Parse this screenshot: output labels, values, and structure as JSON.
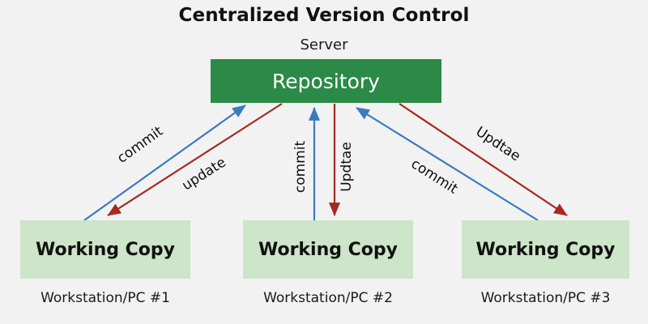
{
  "diagram": {
    "title": "Centralized Version Control",
    "server_label": "Server",
    "repository": {
      "label": "Repository",
      "fill": "#2b8a47",
      "text_color": "#ffffff"
    },
    "background": "#f2f2f2",
    "colors": {
      "commit_arrow": "#3b7bbf",
      "update_arrow": "#a62a22",
      "working_copy_fill": "#cde5c8"
    },
    "workstations": [
      {
        "box_label": "Working Copy",
        "caption": "Workstation/PC #1"
      },
      {
        "box_label": "Working Copy",
        "caption": "Workstation/PC #2"
      },
      {
        "box_label": "Working Copy",
        "caption": "Workstation/PC #3"
      }
    ],
    "edges": [
      {
        "label": "commit",
        "direction": "to-repository",
        "color": "#3b7bbf"
      },
      {
        "label": "update",
        "direction": "to-working-copy",
        "color": "#a62a22"
      },
      {
        "label": "commit",
        "direction": "to-repository",
        "color": "#3b7bbf"
      },
      {
        "label": "Updtae",
        "direction": "to-working-copy",
        "color": "#a62a22"
      },
      {
        "label": "commit",
        "direction": "to-repository",
        "color": "#3b7bbf"
      },
      {
        "label": "Updtae",
        "direction": "to-working-copy",
        "color": "#a62a22"
      }
    ]
  }
}
